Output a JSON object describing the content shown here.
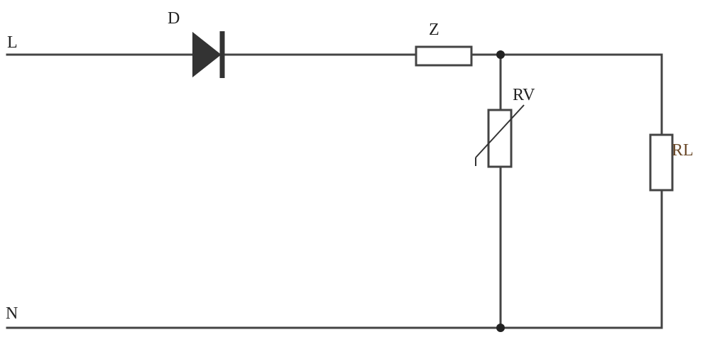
{
  "diagram": {
    "labels": {
      "line_terminal": "L",
      "neutral_terminal": "N",
      "diode": "D",
      "impedance": "Z",
      "varistor": "RV",
      "load_resistor": "RL"
    },
    "colors": {
      "wire": "#444444",
      "text": "#222222",
      "load_label": "#6b4a2a"
    }
  }
}
